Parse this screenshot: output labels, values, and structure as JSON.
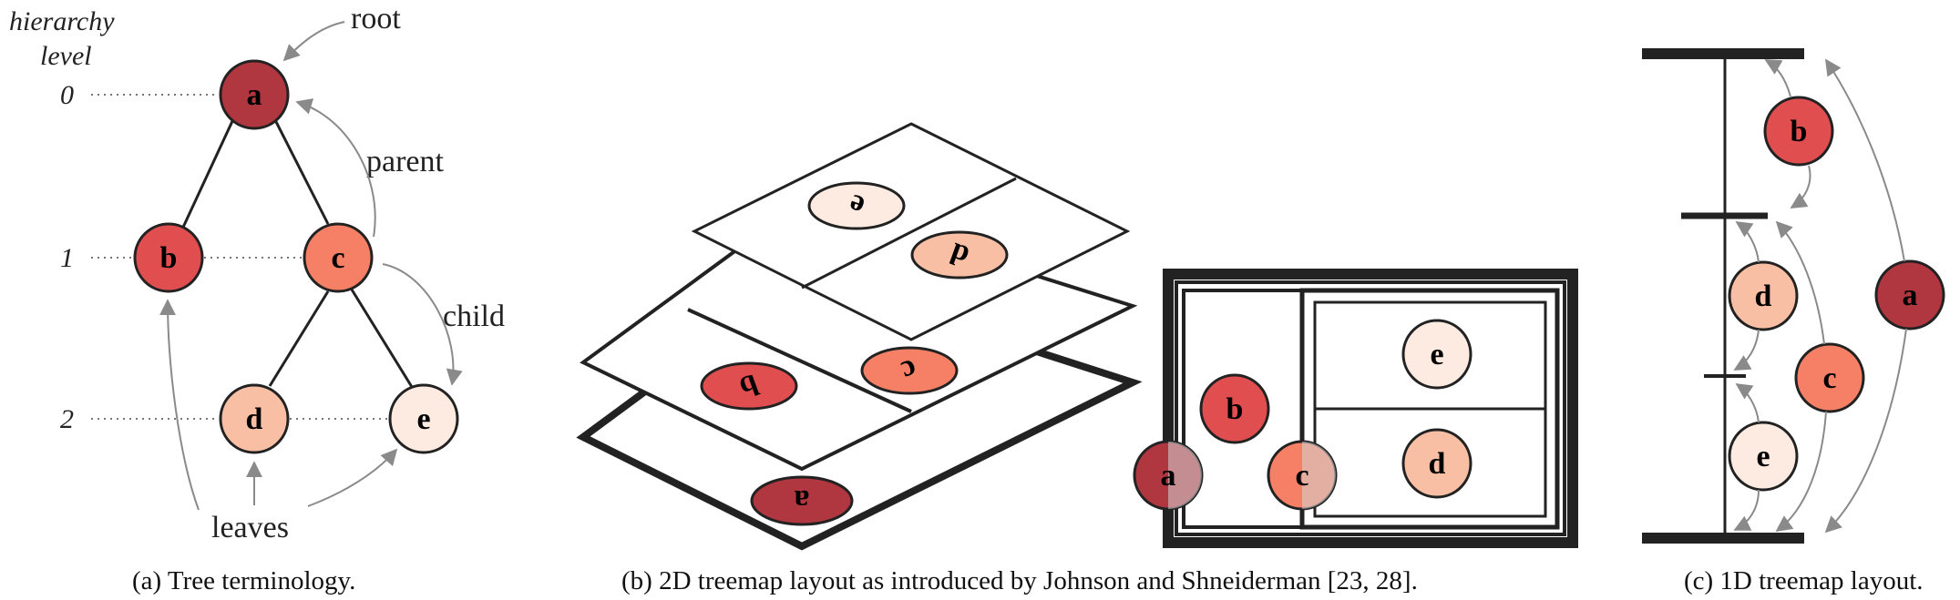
{
  "colors": {
    "a": "#b0363f",
    "b": "#e04e50",
    "c": "#f58066",
    "d": "#f9bfa4",
    "e": "#fdeae0",
    "stroke": "#222222",
    "arrow": "#8a8a8a",
    "dotted": "#777777",
    "ghost": "#d6d6d6"
  },
  "nodes": {
    "a": "a",
    "b": "b",
    "c": "c",
    "d": "d",
    "e": "e"
  },
  "panel_a": {
    "hierarchy_line1": "hierarchy",
    "hierarchy_line2": "level",
    "level_0": "0",
    "level_1": "1",
    "level_2": "2",
    "root_label": "root",
    "parent_label": "parent",
    "child_label": "child",
    "leaves_label": "leaves",
    "caption": "(a) Tree terminology."
  },
  "panel_b": {
    "caption": "(b) 2D treemap layout as introduced by Johnson and Shneiderman [23, 28]."
  },
  "panel_c": {
    "caption": "(c) 1D treemap layout."
  }
}
